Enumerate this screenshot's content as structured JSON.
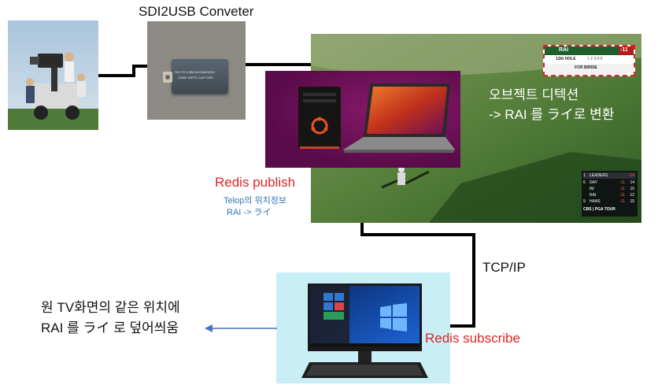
{
  "converter": {
    "title": "SDI2USB Conveter",
    "device_text": [
      "SDI TO USB3.0/HDMI/HDMI",
      "1080P 60FPS CAPTURE"
    ]
  },
  "golf_broadcast": {
    "score_player": "RAI",
    "score_value": "-11",
    "score_hole": "13th HOLE",
    "score_holes": "1 2 3 4 5",
    "score_event": "FOR BIRDIE",
    "leaders_header": "LEADERS",
    "leaders_header_rank": "1",
    "leaders_header_score": "-14",
    "leaders": [
      {
        "rank": "6",
        "name": "DAY",
        "score": "-11",
        "thru": "14"
      },
      {
        "rank": "",
        "name": "IM",
        "score": "-11",
        "thru": "15"
      },
      {
        "rank": "",
        "name": "RAI",
        "score": "-11",
        "thru": "12"
      },
      {
        "rank": "9",
        "name": "HAAS",
        "score": "-11",
        "thru": "15"
      }
    ],
    "network": "CBS | PGA TOUR"
  },
  "detection_text": {
    "line1": "오브젝트 디텍션",
    "line2": "-> RAI 를 ライ로 변환"
  },
  "publisher": {
    "label": "Redis publish",
    "note_line1": "Telop의 위치정보",
    "note_line2": "RAI -> ライ"
  },
  "link": {
    "label": "TCP/IP"
  },
  "subscriber": {
    "label": "Redis subscribe"
  },
  "output": {
    "line1": "원 TV화면의 같은 위치에",
    "line2": "RAI 를 ライ 로 덮어씌움"
  },
  "colors": {
    "red_label": "#e02525",
    "blue_note": "#2e75b6",
    "arrow": "#4472c4",
    "panel_purple": "#6b0f57"
  },
  "icons": [
    "video-camera-photo",
    "usb-converter-photo",
    "ubuntu-tower-icon",
    "laptop-icon",
    "windows-monitor-icon",
    "keyboard-icon"
  ]
}
